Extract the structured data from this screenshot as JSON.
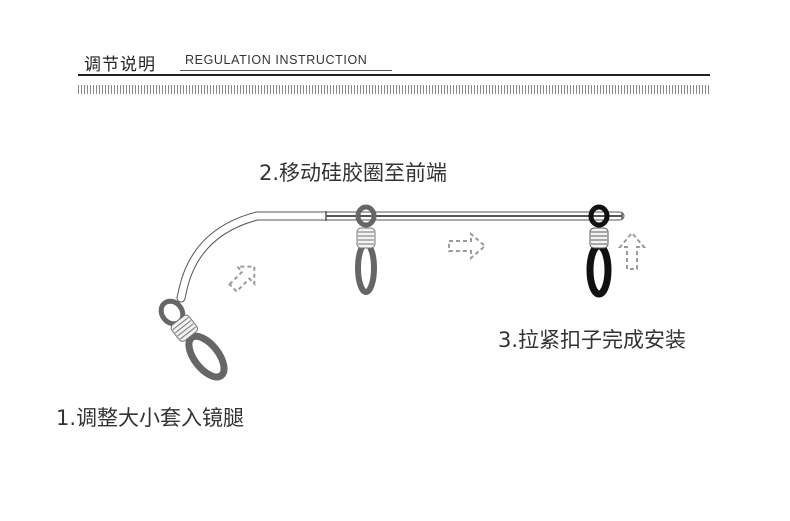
{
  "header": {
    "title_cn": "调节说明",
    "title_en": "REGULATION INSTRUCTION"
  },
  "steps": [
    {
      "label": "1.调整大小套入镜腿"
    },
    {
      "label": "2.移动硅胶圈至前端"
    },
    {
      "label": "3.拉紧扣子完成安装"
    }
  ],
  "colors": {
    "text": "#333333",
    "loop_grey": "#666666",
    "loop_black": "#111111",
    "arrow": "#9a9a9a"
  }
}
